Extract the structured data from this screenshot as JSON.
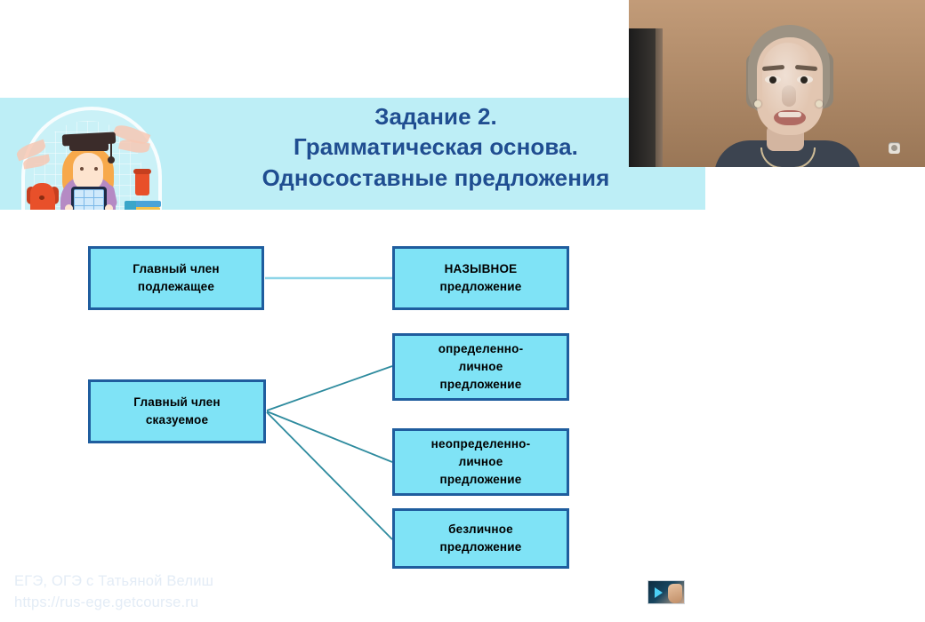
{
  "slide": {
    "banner": {
      "title": "Задание 2.\nГрамматическая основа.\nОдносоставные предложения",
      "bg_color": "#bdeef6",
      "title_color": "#1f4e91",
      "illustration_name": "student-girl-with-tablet-dog-books"
    },
    "diagram": {
      "node_fill": "#7fe3f6",
      "node_border": "#1f5d9e",
      "connector_color": "#2e8b9e",
      "nodes": [
        {
          "id": "subject",
          "label": "Главный член\nподлежащее"
        },
        {
          "id": "nominal",
          "label": "НАЗЫВНОЕ\nпредложение"
        },
        {
          "id": "predicate",
          "label": "Главный член\nсказуемое"
        },
        {
          "id": "definite",
          "label": "определенно-\nличное\nпредложение"
        },
        {
          "id": "indefinite",
          "label": "неопределенно-\nличное\nпредложение"
        },
        {
          "id": "impersonal",
          "label": "безличное\nпредложение"
        }
      ],
      "connections": [
        {
          "from": "subject",
          "to": "nominal"
        },
        {
          "from": "predicate",
          "to": "definite"
        },
        {
          "from": "predicate",
          "to": "indefinite"
        },
        {
          "from": "predicate",
          "to": "impersonal"
        }
      ]
    },
    "watermark": {
      "text": "ЕГЭ, ОГЭ с Татьяной Велиш\nhttps://rus-ege.getcourse.ru",
      "color": "#e3ecf6"
    },
    "bottom_thumbnail": {
      "name": "video-thumbnail-play-triangle"
    }
  },
  "webcam": {
    "name": "presenter-webcam-feed",
    "scene": "woman speaking in front of wooden panel wall"
  }
}
